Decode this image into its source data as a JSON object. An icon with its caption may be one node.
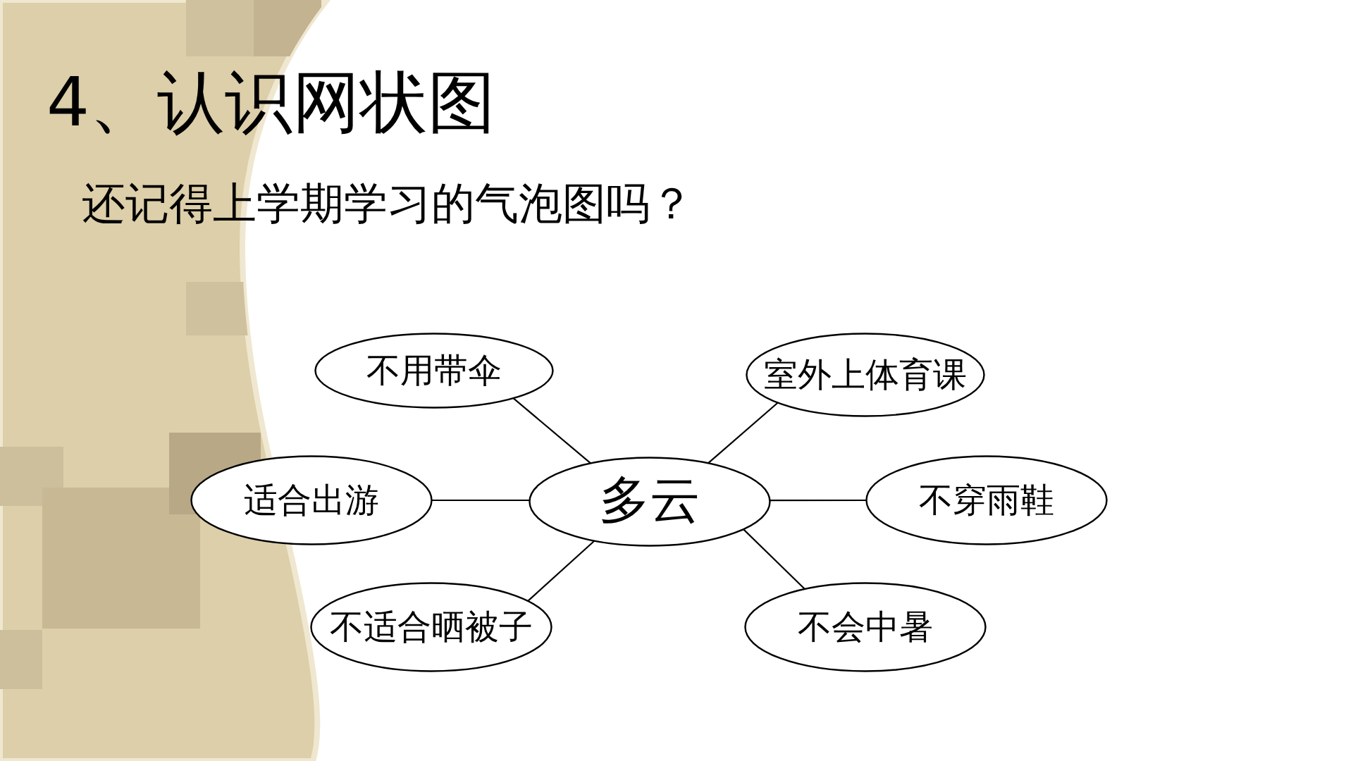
{
  "diagram": {
    "title": "4、认识网状图",
    "nodes": [
      {
        "text": [
          "不用带伞"
        ]
      },
      {
        "text": [
          "室外上体育课"
        ]
      },
      {
        "text": [
          "适合出游"
        ]
      },
      {
        "text": [
          "多云"
        ]
      },
      {
        "text": [
          "不穿雨鞋"
        ]
      },
      {
        "text": [
          "不适合晒被子"
        ]
      },
      {
        "text": [
          "不会中暑"
        ]
      }
    ],
    "edges": [
      {
        "from": 3,
        "to": 0,
        "arrow": "none"
      },
      {
        "from": 3,
        "to": 1,
        "arrow": "none"
      },
      {
        "from": 3,
        "to": 2,
        "arrow": "none"
      },
      {
        "from": 3,
        "to": 4,
        "arrow": "none"
      },
      {
        "from": 3,
        "to": 5,
        "arrow": "none"
      },
      {
        "from": 3,
        "to": 6,
        "arrow": "none"
      }
    ],
    "labels": [
      "还记得上学期学习的气泡图吗？"
    ]
  }
}
